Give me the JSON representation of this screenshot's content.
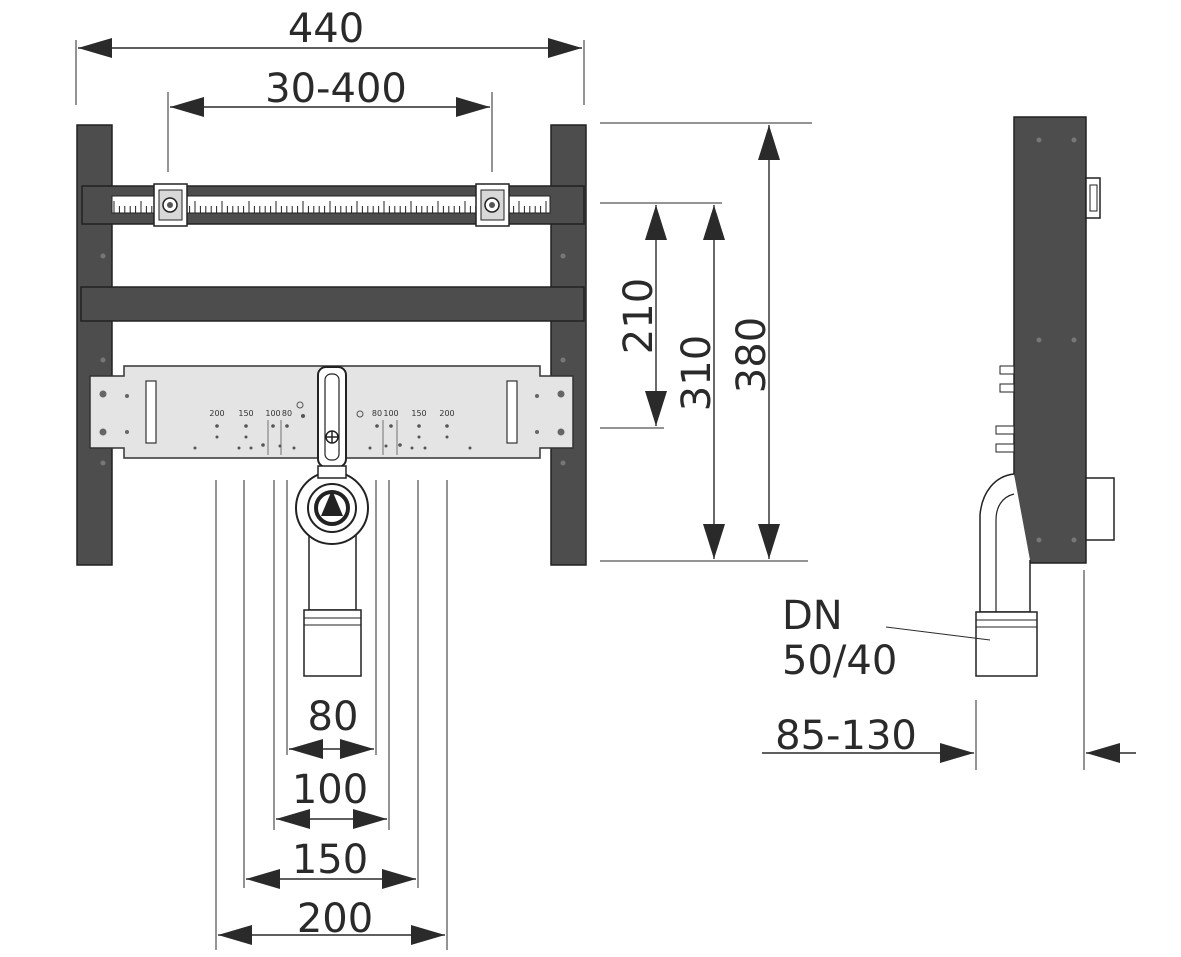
{
  "dimensions": {
    "overall_width": "440",
    "adjustable_spacing": "30-400",
    "height_210": "210",
    "height_310": "310",
    "height_380": "380",
    "spacing_80": "80",
    "spacing_100": "100",
    "spacing_150": "150",
    "spacing_200": "200",
    "depth": "85-130"
  },
  "pipe_label": {
    "line1": "DN",
    "line2": "50/40"
  },
  "plate_scale": {
    "left": [
      "200",
      "150",
      "100",
      "80"
    ],
    "right": [
      "80",
      "100",
      "150",
      "200"
    ]
  },
  "colors": {
    "frame": "#4d4d4d",
    "plate": "#e4e4e4",
    "lines": "#2a2a2a"
  }
}
